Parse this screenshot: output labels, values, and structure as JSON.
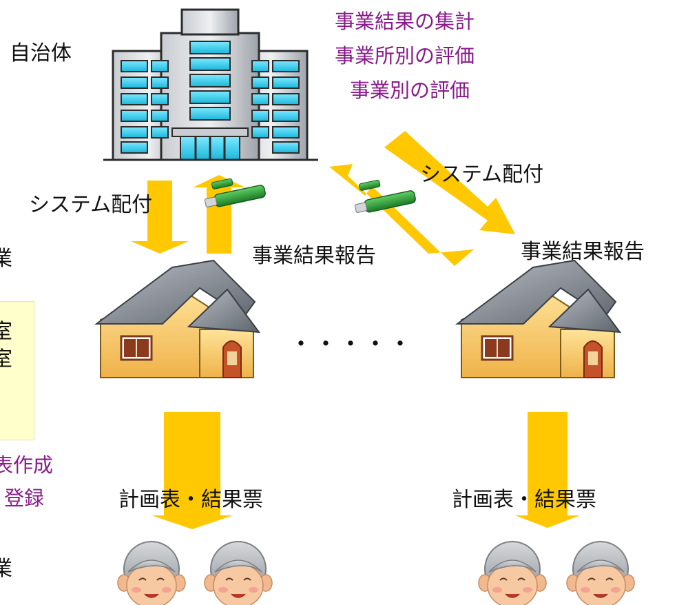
{
  "colors": {
    "arrow": "#ffc800",
    "purple_text": "#8a1a8c",
    "note_bg": "#ffffcc",
    "building": "#a9adb3",
    "window": "#3ad0f0",
    "house_wall": "#f6c765",
    "roof": "#7a8088",
    "usb_body": "#2f9a3a",
    "face_skin": "#f7c9a2",
    "hair": "#9ea2a6"
  },
  "labels": {
    "municipality": "自治体",
    "summary_lines": [
      "事業結果の集計",
      "事業所別の評価",
      "事業別の評価"
    ],
    "system_distribution_left": "システム配付",
    "system_distribution_right": "システム配付",
    "report_left": "事業結果報告",
    "report_right": "事業結果報告",
    "ellipsis": "・・・・・",
    "plan_result_left": "計画表・結果票",
    "plan_result_right": "計画表・結果票",
    "left_edge_black": [
      "業",
      "室",
      "室",
      "業"
    ],
    "left_edge_purple": [
      "表作成",
      "登録"
    ]
  },
  "icons": {
    "building": "office-building-icon",
    "house": "house-icon",
    "usb": "usb-drive-icon",
    "elder": "elderly-face-icon"
  }
}
